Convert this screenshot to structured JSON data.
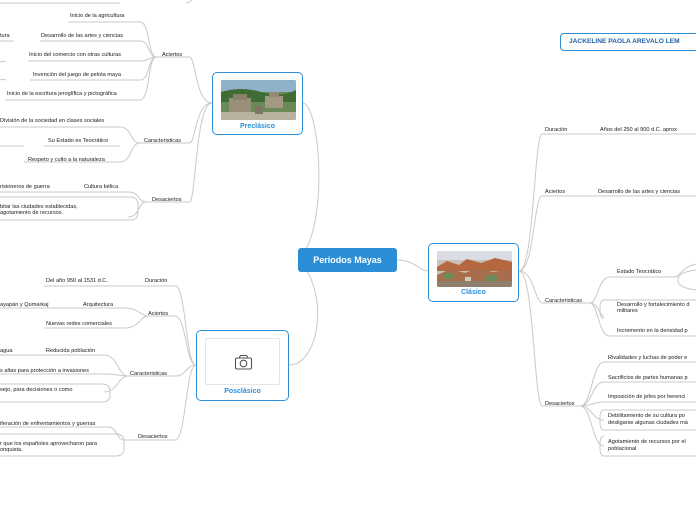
{
  "central": "Periodos Mayas",
  "author": "JACKELINE PAOLA AREVALO LEM",
  "preclasico": {
    "title": "Preclásico",
    "aciertos_label": "Aciertos",
    "aciertos": [
      "Inicio de la agricultura",
      "tura",
      "Desarrollo de las artes y ciencias",
      "Inicio del comercio con otras culturas",
      "Invención del juego de pelota maya",
      "Inicio de la escritura jeroglífica y pictográfica"
    ],
    "caracteristicas_label": "Caracteristicas",
    "caracteristicas": [
      "División de la sociedad en clases sociales",
      "Su Estado es Teocrático",
      "Respeto y culto a la naturaleza"
    ],
    "desaciertos_label": "Desaciertos",
    "desaciertos": {
      "cultura_belica": "Cultura bélica",
      "prisioneros": "risioneros de guerra",
      "line1": "bitar las ciudades establecidas,",
      "line2": "agotamiento de recursos."
    }
  },
  "posclasico": {
    "title": "Posclásico",
    "duracion_label": "Duración",
    "duracion": "Del año 950 al 1531 d.C.",
    "aciertos_label": "Aciertos",
    "arquitectura": "Arquitectura",
    "mayapan": "ayapán y Qumarkaj",
    "redes": "Nuevas redes comerciales",
    "caracteristicas_label": "Caracteristicas",
    "reducida": "Reducida población",
    "agua": "agua",
    "altas": "s altas para protección a invasiones",
    "consejo": "sejo, para decisiones o como",
    "desaciertos_label": "Desaciertos",
    "proliferacion": "iferación de enfrentamientos y guerras",
    "espanoles1": "r que los españoles aprovecharon para",
    "espanoles2": "onquista."
  },
  "clasico": {
    "title": "Clásico",
    "duracion_label": "Duración",
    "duracion": "Años del 250 al 900 d.C. aprox",
    "aciertos_label": "Aciertos",
    "aciertos": "Desarrollo de las artes y ciencias",
    "caracteristicas_label": "Caracteristicas",
    "estado": "Estado Teocrático",
    "desarrollo1": "Desarrollo y fortalecimiento d",
    "desarrollo2": "militares",
    "incremento": "Incremento en la densidad p",
    "desaciertos_label": "Desaciertos",
    "rivalidades": "Rivalidades y luchas de poder e",
    "sacrificios": "Sacrificios de partes humanas p",
    "imposicion": "Imposición de jefes por herenci",
    "debilitamiento1": "Debilitamiento de su cultura po",
    "debilitamiento2": "desligarse algunas ciudades má",
    "agotamiento1": "Agotamiento de recursos por el",
    "agotamiento2": "poblacional"
  },
  "colors": {
    "accent": "#2b8fd8",
    "line": "#c8c8c8",
    "name_text": "#1e5fa8"
  },
  "icons": {
    "placeholder": "camera-icon"
  }
}
